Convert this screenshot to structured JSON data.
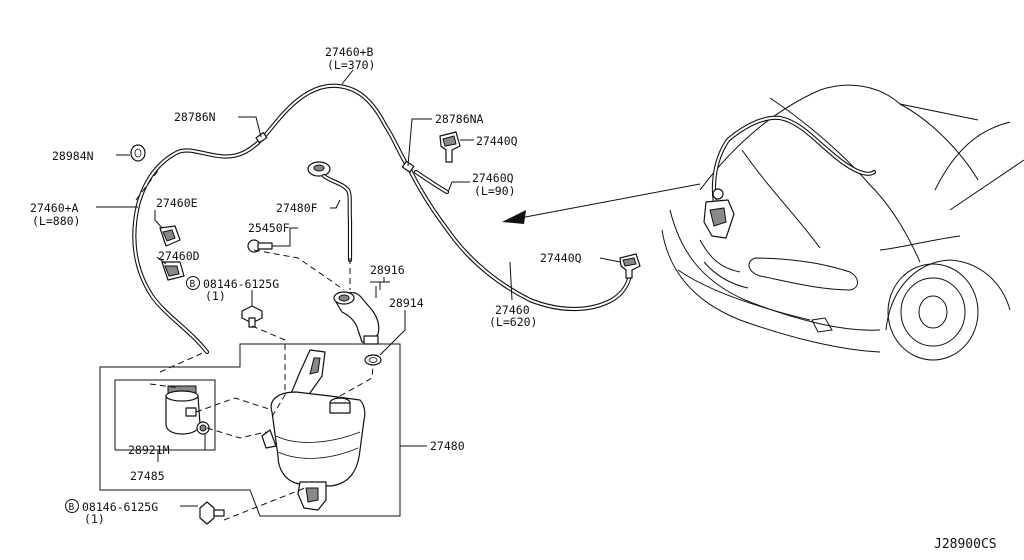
{
  "labels": {
    "hose_b": "27460+B",
    "hose_b_len": "(L=370)",
    "joint_n": "28786N",
    "joint_na": "28786NA",
    "nozzle_1": "27440Q",
    "hose_q": "27460Q",
    "hose_q_len": "(L=90)",
    "grommet": "28984N",
    "hose_a": "27460+A",
    "hose_a_len": "(L=880)",
    "clip_e": "27460E",
    "clip_d": "27460D",
    "bolt_top": "08146-6125G",
    "bolt_top_qty": "(1)",
    "bolt_marker_top": "B",
    "neck": "27480F",
    "cap": "25450F",
    "filler": "28916",
    "seal": "28914",
    "nozzle_2": "27440Q",
    "hose_main": "27460",
    "hose_main_len": "(L=620)",
    "motor_pump": "28921M",
    "pump_assy": "27485",
    "tank": "27480",
    "bolt_bottom": "08146-6125G",
    "bolt_bottom_qty": "(1)",
    "bolt_marker_bottom": "B",
    "diagram_code": "J28900CS"
  }
}
